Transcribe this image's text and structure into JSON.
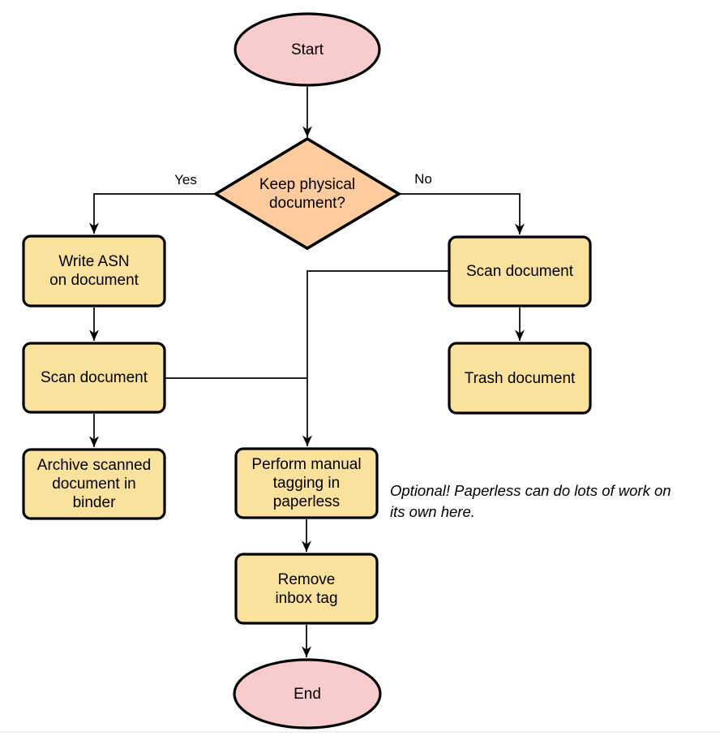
{
  "diagram": {
    "colors": {
      "terminal_fill": "#f8cbcc",
      "decision_fill": "#fdcb9d",
      "process_fill": "#fae29c",
      "stroke": "#000000"
    },
    "nodes": {
      "start": {
        "label": "Start",
        "type": "terminal"
      },
      "decision": {
        "label": "Keep physical\ndocument?",
        "type": "decision"
      },
      "write_asn": {
        "label": "Write ASN\non document",
        "type": "process"
      },
      "scan_left": {
        "label": "Scan document",
        "type": "process"
      },
      "archive": {
        "label": "Archive scanned\ndocument in\nbinder",
        "type": "process"
      },
      "scan_right": {
        "label": "Scan document",
        "type": "process"
      },
      "trash": {
        "label": "Trash document",
        "type": "process"
      },
      "tagging": {
        "label": "Perform manual\ntagging in\npaperless",
        "type": "process"
      },
      "remove_inbox": {
        "label": "Remove\ninbox tag",
        "type": "process"
      },
      "end": {
        "label": "End",
        "type": "terminal"
      }
    },
    "edge_labels": {
      "yes": "Yes",
      "no": "No"
    },
    "note": "Optional! Paperless can do lots of work on\nits own here."
  }
}
